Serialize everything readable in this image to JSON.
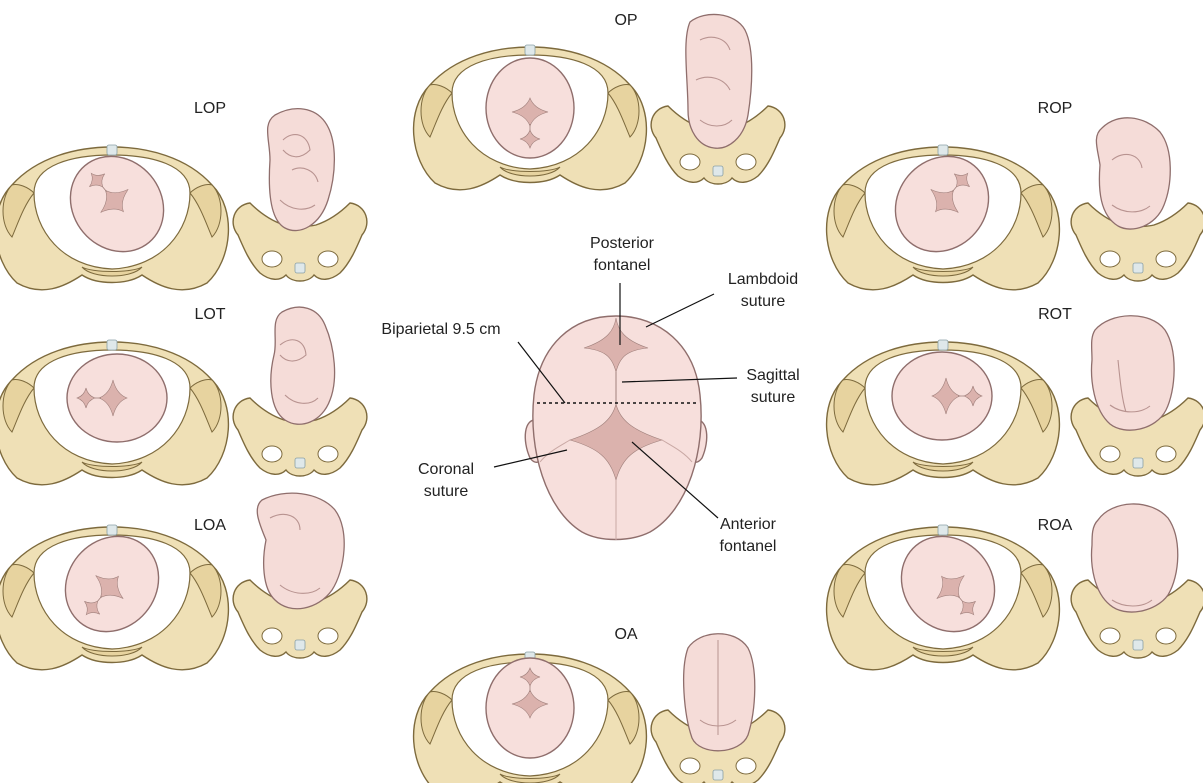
{
  "positions": {
    "op": "OP",
    "lop": "LOP",
    "rop": "ROP",
    "lot": "LOT",
    "rot": "ROT",
    "loa": "LOA",
    "roa": "ROA",
    "oa": "OA"
  },
  "skull_labels": {
    "posterior_fontanel": [
      "Posterior",
      "fontanel"
    ],
    "lambdoid_suture": [
      "Lambdoid",
      "suture"
    ],
    "biparietal": "Biparietal 9.5 cm",
    "sagittal_suture": [
      "Sagittal",
      "suture"
    ],
    "coronal_suture": [
      "Coronal",
      "suture"
    ],
    "anterior_fontanel": [
      "Anterior",
      "fontanel"
    ]
  }
}
